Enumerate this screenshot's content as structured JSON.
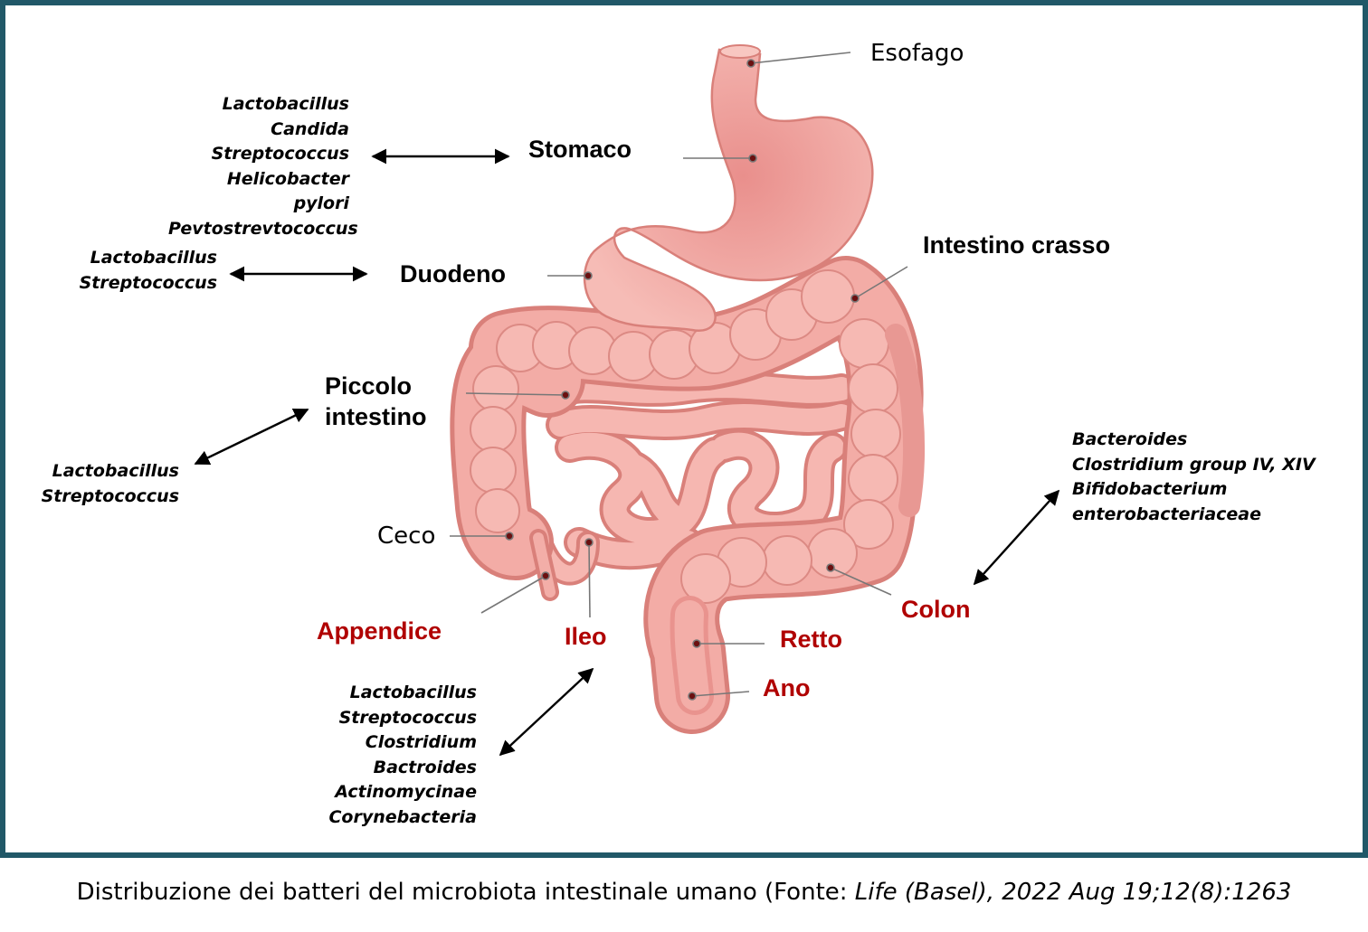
{
  "organs": {
    "esofago": "Esofago",
    "stomaco": "Stomaco",
    "duodeno": "Duodeno",
    "intestino_crasso": "Intestino crasso",
    "piccolo_line1": "Piccolo",
    "piccolo_line2": "intestino",
    "ceco": "Ceco",
    "appendice": "Appendice",
    "ileo": "Ileo",
    "retto": "Retto",
    "ano": "Ano",
    "colon": "Colon"
  },
  "bacteria": {
    "stomaco": [
      "Lactobacillus",
      "Candida",
      "Streptococcus",
      "Helicobacter pylori",
      "Pevtostrevtococcus"
    ],
    "duodeno": [
      "Lactobacillus",
      "Streptococcus"
    ],
    "piccolo_intestino": [
      "Lactobacillus",
      "Streptococcus"
    ],
    "ileo": [
      "Lactobacillus",
      "Streptococcus",
      "Clostridium",
      "Bactroides",
      "Actinomycinae",
      "Corynebacteria"
    ],
    "colon": [
      "Bacteroides",
      "Clostridium group IV, XIV",
      "Bifidobacterium",
      "enterobacteriaceae"
    ]
  },
  "caption": {
    "text": "Distribuzione dei batteri del microbiota intestinale umano (Fonte: ",
    "source": "Life (Basel), 2022 Aug 19;12(8):1263"
  },
  "colors": {
    "frame": "#215868",
    "red_label": "#b00000",
    "tissue": "#f2a8a2",
    "tissue_dark": "#d9807a"
  }
}
